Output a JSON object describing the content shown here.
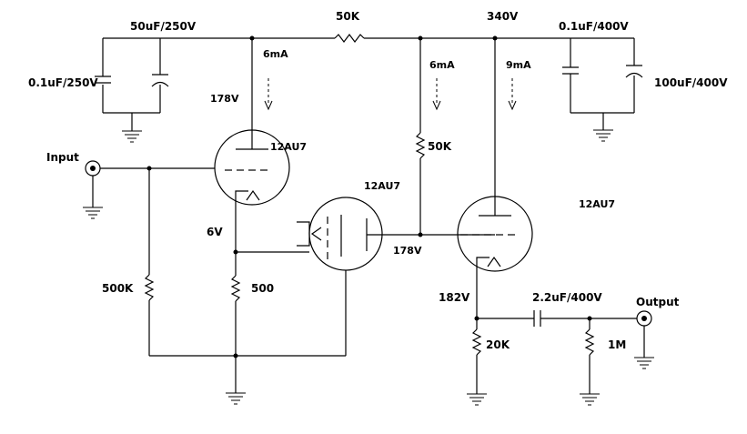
{
  "labels": {
    "cap_supply_left_small": "0.1uF/250V",
    "cap_supply_left_large": "50uF/250V",
    "res_supply": "50K",
    "voltage_supply": "340V",
    "cap_supply_right_small": "0.1uF/400V",
    "cap_supply_right_large": "100uF/400V",
    "current_tube1": "6mA",
    "current_res50k": "6mA",
    "current_tube3": "9mA",
    "voltage_plate1": "178V",
    "tube1": "12AU7",
    "tube2": "12AU7",
    "tube3": "12AU7",
    "input": "Input",
    "res_plate": "50K",
    "voltage_cathode1": "6V",
    "voltage_plate2": "178V",
    "res_grid": "500K",
    "res_cathode": "500",
    "voltage_cathode3": "182V",
    "cap_output": "2.2uF/400V",
    "output": "Output",
    "res_cathode3": "20K",
    "res_output": "1M"
  }
}
